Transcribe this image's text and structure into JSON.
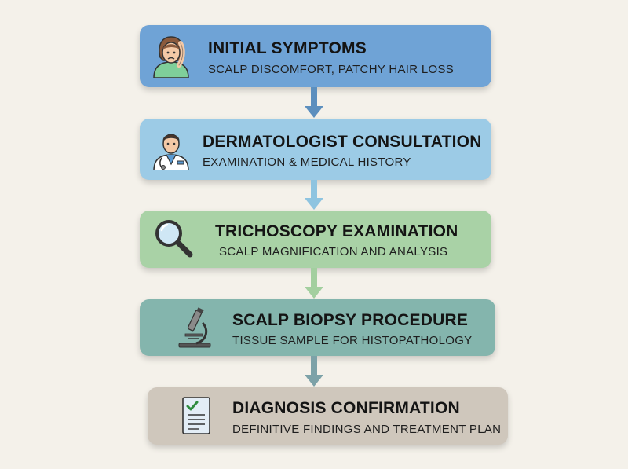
{
  "steps": [
    {
      "title": "INITIAL SYMPTOMS",
      "subtitle": "SCALP DISCOMFORT, PATCHY HAIR LOSS",
      "icon": "patient-icon",
      "color": "#6fa3d6"
    },
    {
      "title": "DERMATOLOGIST CONSULTATION",
      "subtitle": "EXAMINATION & MEDICAL HISTORY",
      "icon": "doctor-icon",
      "color": "#9ccbe6"
    },
    {
      "title": "TRICHOSCOPY EXAMINATION",
      "subtitle": "SCALP MAGNIFICATION AND ANALYSIS",
      "icon": "magnifying-glass-icon",
      "color": "#a9d2a6"
    },
    {
      "title": "SCALP BIOPSY PROCEDURE",
      "subtitle": "TISSUE SAMPLE FOR HISTOPATHOLOGY",
      "icon": "microscope-icon",
      "color": "#84b5ad"
    },
    {
      "title": "DIAGNOSIS CONFIRMATION",
      "subtitle": "DEFINITIVE FINDINGS AND TREATMENT PLAN",
      "icon": "checklist-document-icon",
      "color": "#cfc7bc"
    }
  ],
  "arrow_colors": [
    "#5c8fbe",
    "#8ec4e0",
    "#a3cf9f",
    "#7da2a8"
  ]
}
